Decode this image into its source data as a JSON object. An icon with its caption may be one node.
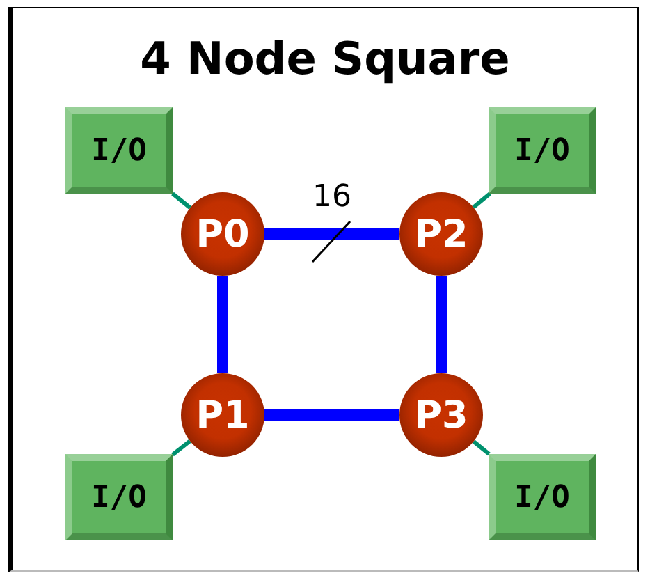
{
  "diagram": {
    "title": "4 Node Square",
    "nodes": [
      {
        "text": [
          "I/O"
        ]
      },
      {
        "text": [
          "I/O"
        ]
      },
      {
        "text": [
          "P0"
        ]
      },
      {
        "text": [
          "P2"
        ]
      },
      {
        "text": [
          "P1"
        ]
      },
      {
        "text": [
          "P3"
        ]
      },
      {
        "text": [
          "I/O"
        ]
      },
      {
        "text": [
          "I/O"
        ]
      }
    ],
    "edges": [
      {
        "from": 2,
        "to": 3,
        "arrow": "none",
        "label": "16",
        "style": "thick",
        "color": "#0000ff"
      },
      {
        "from": 2,
        "to": 4,
        "arrow": "none",
        "style": "thick",
        "color": "#0000ff"
      },
      {
        "from": 3,
        "to": 5,
        "arrow": "none",
        "style": "thick",
        "color": "#0000ff"
      },
      {
        "from": 4,
        "to": 5,
        "arrow": "none",
        "style": "thick",
        "color": "#0000ff"
      },
      {
        "from": 0,
        "to": 2,
        "arrow": "none",
        "color": "#00916e"
      },
      {
        "from": 1,
        "to": 3,
        "arrow": "none",
        "color": "#00916e"
      },
      {
        "from": 6,
        "to": 4,
        "arrow": "none",
        "color": "#00916e"
      },
      {
        "from": 7,
        "to": 5,
        "arrow": "none",
        "color": "#00916e"
      }
    ]
  }
}
